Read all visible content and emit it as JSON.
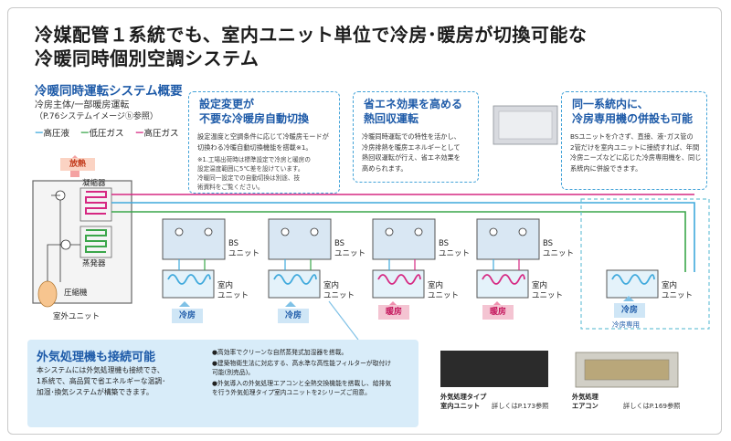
{
  "title_line1": "冷媒配管１系統でも、室内ユニット単位で冷房･暖房が切換可能な",
  "title_line2": "冷暖同時個別空調システム",
  "section": {
    "title": "冷暖同時運転システム概要",
    "sub1": "冷房主体/一部暖房運転",
    "sub2": "（P.76システムイメージⓑ参照）"
  },
  "legend": [
    {
      "dash": "ー",
      "label": "高圧液",
      "color": "#3fa9dc"
    },
    {
      "dash": "ー",
      "label": "低圧ガス",
      "color": "#3aa64a"
    },
    {
      "dash": "ー",
      "label": "高圧ガス",
      "color": "#d62882"
    }
  ],
  "callout1": {
    "title1": "設定変更が",
    "title2": "不要な冷暖房自動切換",
    "body": [
      "設定温度と空調条件に応じて冷暖房モードが",
      "切換わる冷暖自動切換機能を搭載※1。"
    ],
    "note": [
      "※1.工場出荷時は標準設定で冷房と暖房の",
      "設定温度範囲に5℃差を設けています。",
      "冷暖同一設定での自動切換は別途、技",
      "術資料をご覧ください。"
    ]
  },
  "callout2": {
    "title1": "省エネ効果を高める",
    "title2": "熱回収運転",
    "body": [
      "冷暖同時運転での特性を活かし、",
      "冷房排熱を暖房エネルギーとして",
      "熱回収運転が行え、省エネ効果を",
      "高められます。"
    ]
  },
  "callout3": {
    "title1": "同一系統内に、",
    "title2": "冷房専用機の併設も可能",
    "body": [
      "BSユニットを介さず、直接、液･ガス管の",
      "2管だけを室内ユニットに接続すれば、年間",
      "冷房ニーズなどに応じた冷房専用機を、同じ",
      "系統内に併設できます。"
    ]
  },
  "outdoor": {
    "heat_release": "放熱",
    "condenser": "凝縮器",
    "evaporator": "蒸発器",
    "compressor": "圧縮機",
    "label": "室外ユニット"
  },
  "bs_label": [
    "BS",
    "ユニット"
  ],
  "indoor_label": [
    "室内",
    "ユニット"
  ],
  "units": [
    {
      "mode": "冷房",
      "kind": "cool"
    },
    {
      "mode": "冷房",
      "kind": "cool"
    },
    {
      "mode": "暖房",
      "kind": "warm"
    },
    {
      "mode": "暖房",
      "kind": "warm"
    },
    {
      "mode": "冷房",
      "kind": "cool",
      "sub": "冷房専用"
    }
  ],
  "bottom": {
    "title": "外気処理機も接続可能",
    "body": [
      "本システムには外気処理機も接続でき、",
      "1系統で、高品質で省エネルギーな温調･",
      "加湿･換気システムが構築できます。"
    ],
    "bullets": [
      [
        "●高効率でクリーンな自然蒸発式加湿器を搭載。"
      ],
      [
        "●建築物衛生法に対応する、高水準な高性能フィルターが取付け",
        "可能(別売品)。"
      ],
      [
        "●外気導入の外気処理エアコンと全熱交換機能を搭載し、給排気",
        "を行う外気処理タイプ室内ユニットを2シリーズご用意。"
      ]
    ]
  },
  "products": [
    {
      "name1": "外気処理タイプ",
      "name2": "室内ユニット",
      "ref": "詳しくはP.173参照"
    },
    {
      "name1": "外気処理",
      "name2": "エアコン",
      "ref": "詳しくはP.169参照"
    }
  ]
}
